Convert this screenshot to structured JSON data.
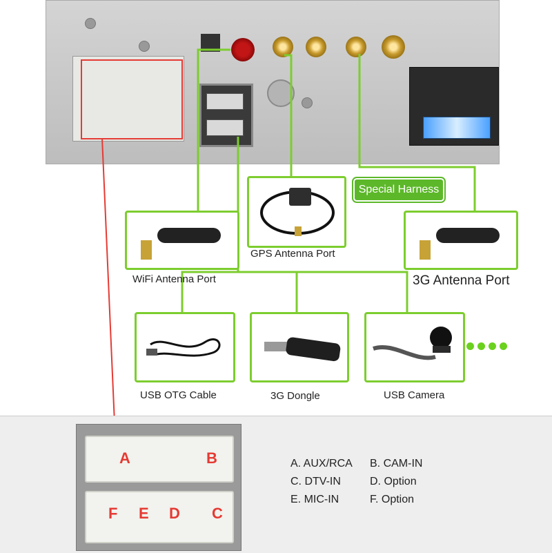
{
  "ports": {
    "wifi": "WiFi Antenna Port",
    "gps": "GPS Antenna Port",
    "threeg": "3G Antenna Port",
    "special_harness": "Special Harness"
  },
  "usb_devices": [
    {
      "label": "USB OTG Cable"
    },
    {
      "label": "3G Dongle"
    },
    {
      "label": "USB Camera"
    }
  ],
  "connector_letters": [
    "A",
    "B",
    "F",
    "E",
    "D",
    "C"
  ],
  "legend": [
    [
      "A. AUX/RCA",
      "B. CAM-IN"
    ],
    [
      "C. DTV-IN",
      "D. Option"
    ],
    [
      "E. MIC-IN",
      "F. Option"
    ]
  ],
  "colors": {
    "accent_green": "#7ccd2e",
    "highlight_red": "#e53a33"
  }
}
